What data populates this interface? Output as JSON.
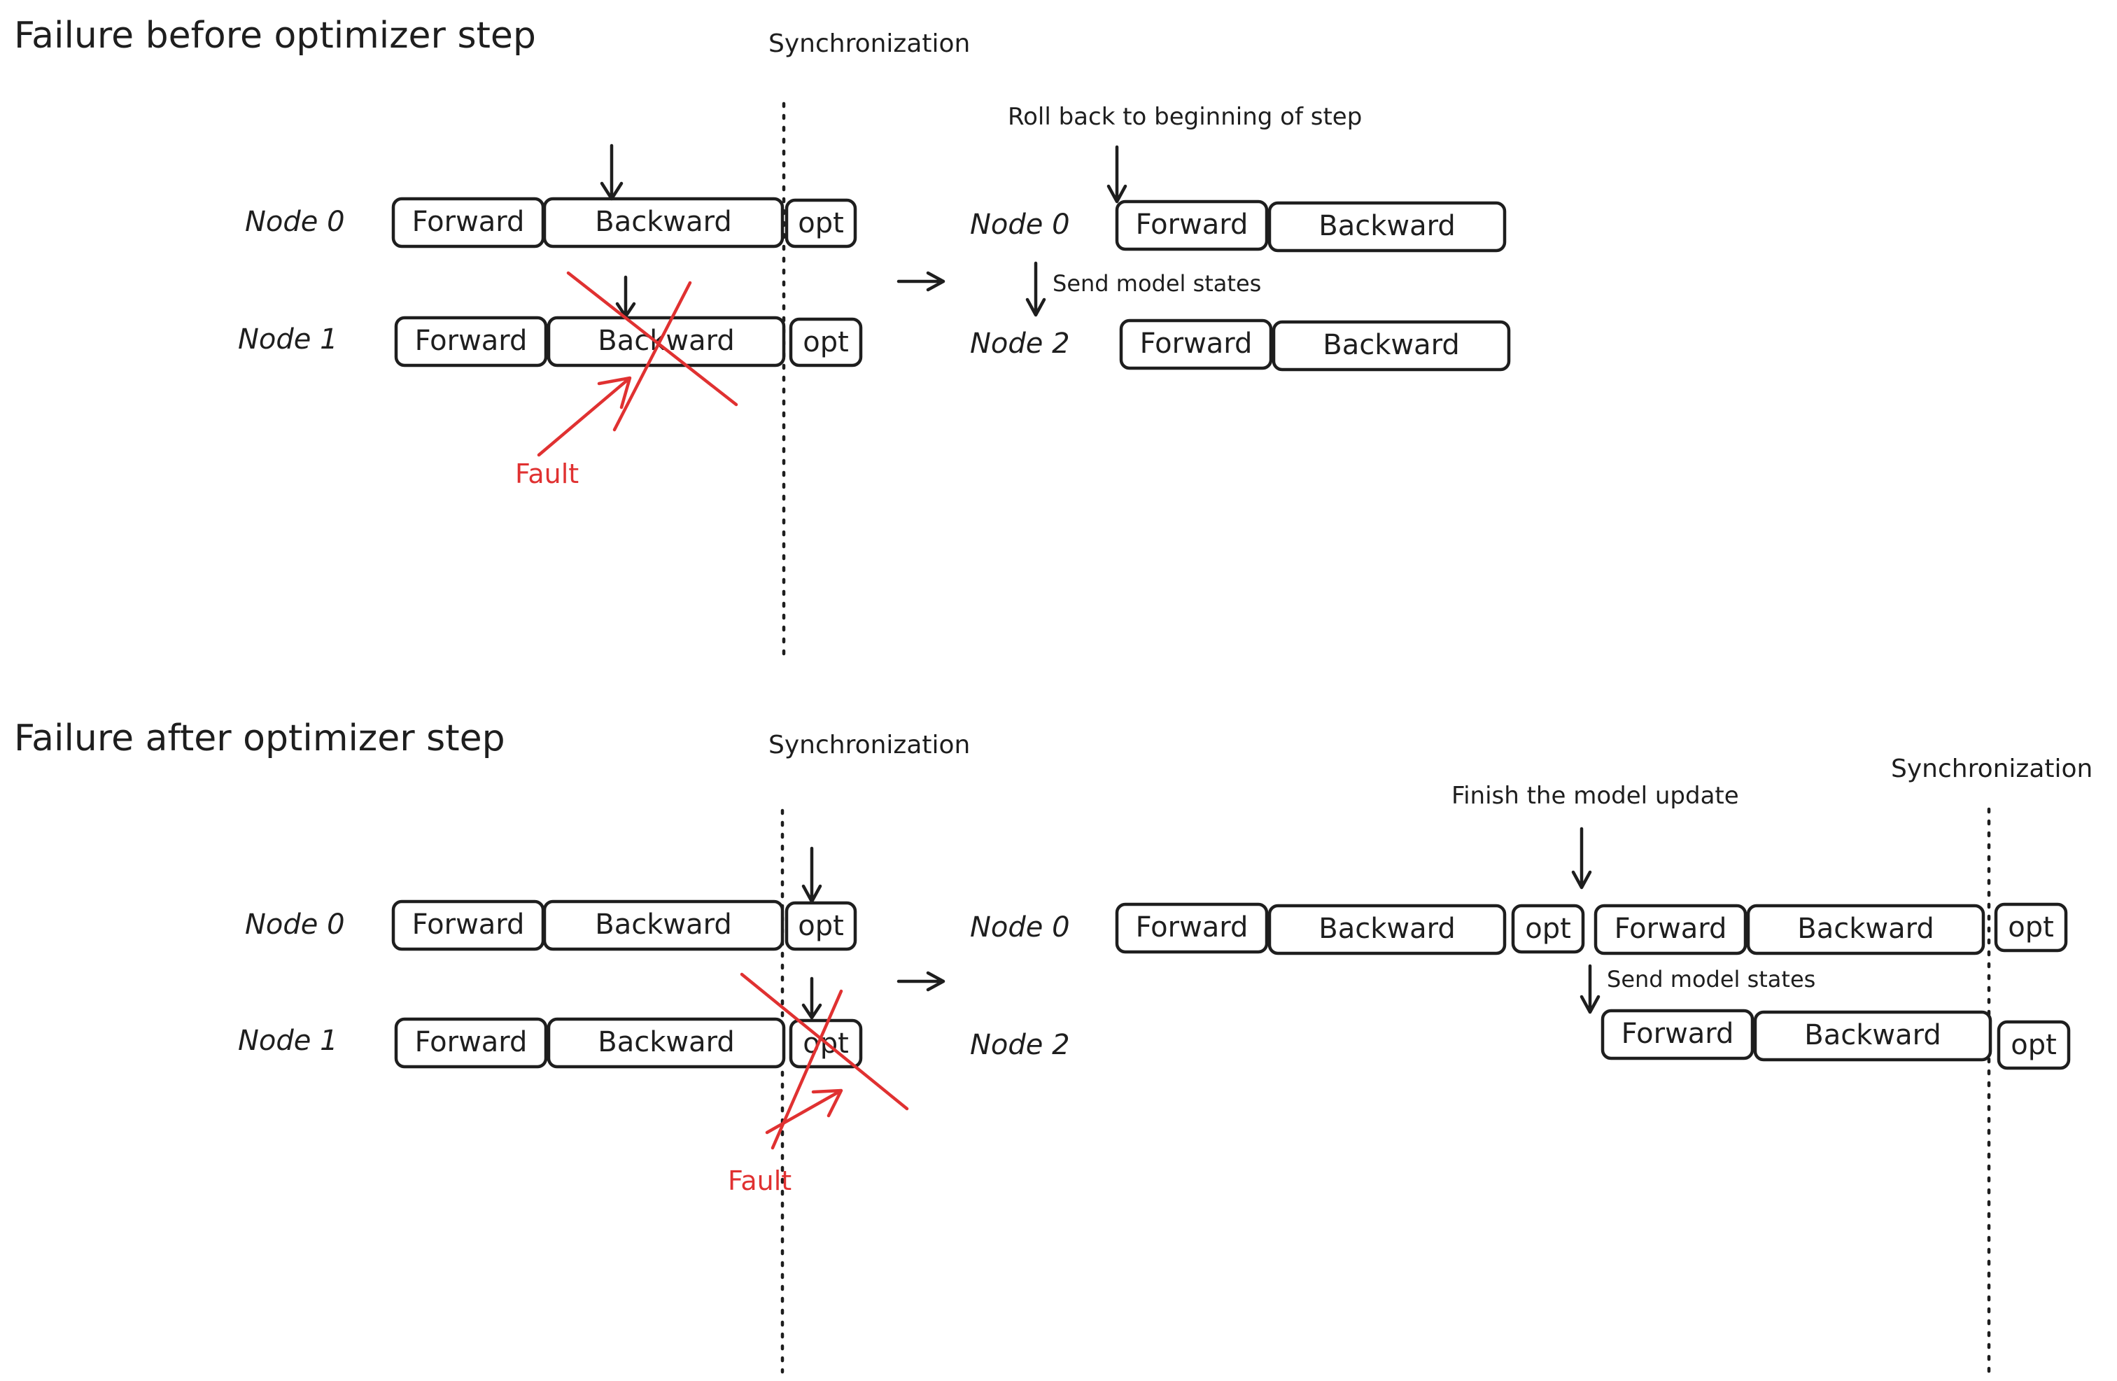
{
  "top": {
    "title": "Failure before optimizer step",
    "sync_label": "Synchronization",
    "left": {
      "node0": {
        "label": "Node 0",
        "blocks": [
          "Forward",
          "Backward",
          "opt"
        ]
      },
      "node1": {
        "label": "Node 1",
        "blocks": [
          "Forward",
          "Backward",
          "opt"
        ]
      },
      "fault": "Fault"
    },
    "right": {
      "annotation": "Roll back to beginning of step",
      "node0": {
        "label": "Node 0",
        "blocks": [
          "Forward",
          "Backward"
        ]
      },
      "send": "Send model states",
      "node2": {
        "label": "Node 2",
        "blocks": [
          "Forward",
          "Backward"
        ]
      }
    }
  },
  "bottom": {
    "title": "Failure after optimizer step",
    "sync_label": "Synchronization",
    "left": {
      "node0": {
        "label": "Node 0",
        "blocks": [
          "Forward",
          "Backward",
          "opt"
        ]
      },
      "node1": {
        "label": "Node 1",
        "blocks": [
          "Forward",
          "Backward",
          "opt"
        ]
      },
      "fault": "Fault"
    },
    "right": {
      "annotation": "Finish the model update",
      "sync_label": "Synchronization",
      "node0": {
        "label": "Node 0",
        "blocks": [
          "Forward",
          "Backward",
          "opt",
          "Forward",
          "Backward",
          "opt"
        ]
      },
      "send": "Send model states",
      "node2": {
        "label": "Node 2",
        "blocks": [
          "Forward",
          "Backward",
          "opt"
        ]
      }
    }
  },
  "colors": {
    "ink": "#1e1e1e",
    "fault": "#e03131",
    "background": "#ffffff"
  }
}
